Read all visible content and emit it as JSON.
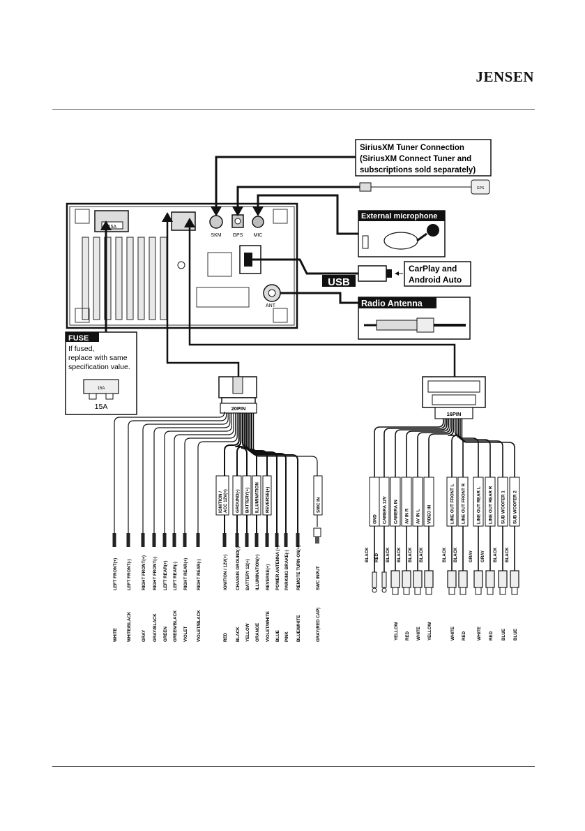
{
  "brand": "JENSEN",
  "callouts": {
    "siriusxm": [
      "SiriusXM Tuner Connection",
      "(SiriusXM Connect Tuner and",
      "subscriptions sold separately)"
    ],
    "microphone": "External microphone",
    "usb_tag": "USB",
    "carplay": [
      "CarPlay  and",
      "Android Auto"
    ],
    "antenna": "Radio Antenna"
  },
  "unit_ports": {
    "skm": "SKM",
    "gps": "GPS",
    "mic": "MIC",
    "ant": "ANT",
    "fuse_holder": "15A"
  },
  "fuse": {
    "title": "FUSE",
    "lines": [
      "If fused,",
      "replace with same",
      "specification value."
    ],
    "rating": "15A",
    "icon_text": "15A"
  },
  "gps_antenna_label": "GPS",
  "connectors": {
    "left": "20PIN",
    "right": "16PIN"
  },
  "left_harness": {
    "wires": [
      {
        "function": "LEFT FRONT(+)",
        "color": "WHITE"
      },
      {
        "function": "LEFT FRONT(-)",
        "color": "WHITE/BLACK"
      },
      {
        "function": "RIGHT FRONT(+)",
        "color": "GRAY"
      },
      {
        "function": "RIGHT FRONT(-)",
        "color": "GRAY/BLACK"
      },
      {
        "function": "LEFT REAR(+)",
        "color": "GREEN"
      },
      {
        "function": "LEFT REAR(-)",
        "color": "GREEN/BLACK"
      },
      {
        "function": "RIGHT REAR(+)",
        "color": "VIOLET"
      },
      {
        "function": "RIGHT REAR(-)",
        "color": "VIOLET/BLACK"
      },
      {
        "function": "IGNITION / 12V(+)",
        "color": "RED"
      },
      {
        "function": "CHASSIS GROUND(-)",
        "color": "BLACK"
      },
      {
        "function": "BATTERY 12(+)",
        "color": "YELLOW"
      },
      {
        "function": "ILLUMINATION(+)",
        "color": "ORANGE"
      },
      {
        "function": "REVERSE(+)",
        "color": "VIOLET/WHITE"
      },
      {
        "function": "POWER ANTENNA (+)",
        "color": "BLUE"
      },
      {
        "function": "PARKING BRAKE(-)",
        "color": "PINK"
      },
      {
        "function": "REMOTE TURN-ON(+)",
        "color": "BLUE/WHITE"
      },
      {
        "function": "SWC INPUT",
        "color": "GRAY(RED CAP)"
      }
    ],
    "tags": [
      "IGNITION / ACC 12V(+)",
      "GROUND(-)",
      "BATTERY(+)",
      "ILLUMINATION",
      "REVERSE(+)",
      "SWC IN"
    ]
  },
  "right_harness": {
    "tags": [
      "GND",
      "CAMERA 12V",
      "CAMERA IN",
      "AV IN R",
      "AV IN L",
      "VIDEO IN",
      "LINE OUT FRONT L",
      "LINE OUT FRONT R",
      "LINE OUT REAR L",
      "LINE OUT REAR R",
      "SUB WOOFER 1",
      "SUB WOOFER 2"
    ],
    "wire_labels": [
      "BLACK",
      "RED",
      "BLACK",
      "BLACK",
      "BLACK",
      "BLACK",
      "BLACK",
      "BLACK",
      "GRAY",
      "GRAY",
      "BLACK",
      "BLACK"
    ],
    "rca_colors": [
      "YELLOW",
      "RED",
      "WHITE",
      "YELLOW",
      "WHITE",
      "RED",
      "WHITE",
      "RED",
      "BLUE",
      "BLUE"
    ]
  }
}
